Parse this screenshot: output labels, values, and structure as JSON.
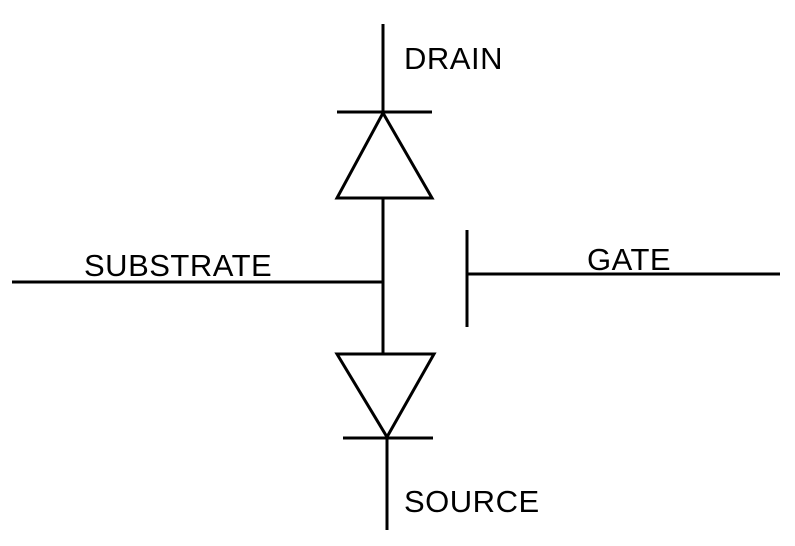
{
  "diagram": {
    "labels": {
      "drain": "DRAIN",
      "substrate": "SUBSTRATE",
      "gate": "GATE",
      "source": "SOURCE"
    }
  },
  "colors": {
    "stroke": "#000000",
    "background": "#ffffff"
  }
}
